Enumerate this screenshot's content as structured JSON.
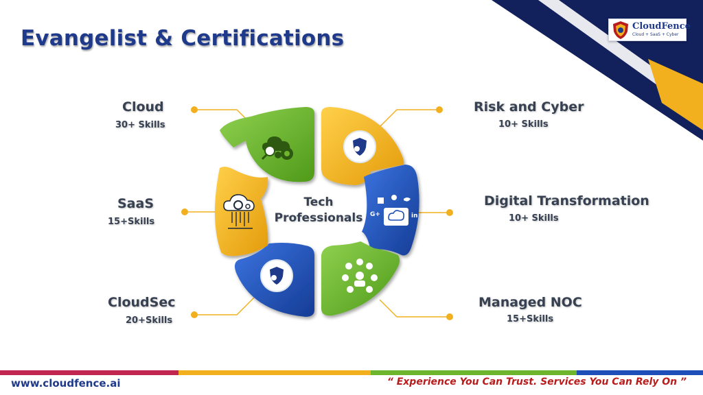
{
  "title": "Evangelist & Certifications",
  "logo": {
    "name": "CloudFence",
    "tagline": "Cloud + SaaS + Cyber"
  },
  "center": {
    "line1": "Tech",
    "line2": "Professionals"
  },
  "segments": [
    {
      "name": "Cloud",
      "skills": "30+ Skills",
      "color": "#6cb52d",
      "icon": "cloud-search-gear-icon"
    },
    {
      "name": "Risk and Cyber",
      "skills": "10+ Skills",
      "color": "#f2b01e",
      "icon": "shield-gear-icon"
    },
    {
      "name": "Digital Transformation",
      "skills": "10+ Skills",
      "color": "#1e4fb8",
      "icon": "social-cloud-icon"
    },
    {
      "name": "Managed NOC",
      "skills": "15+Skills",
      "color": "#6cb52d",
      "icon": "network-operator-icon"
    },
    {
      "name": "CloudSec",
      "skills": "20+Skills",
      "color": "#1e4fb8",
      "icon": "shield-gear-icon"
    },
    {
      "name": "SaaS",
      "skills": "15+Skills",
      "color": "#f2b01e",
      "icon": "cloud-circuit-icon"
    }
  ],
  "colors": {
    "navy": "#12205c",
    "yellow": "#f2b01e",
    "brand": "#1f3a8a",
    "connector": "#f2b01e"
  },
  "footer": {
    "website": "www.cloudfence.ai",
    "tagline": "“ Experience You Can Trust. Services You Can Rely On ”"
  }
}
